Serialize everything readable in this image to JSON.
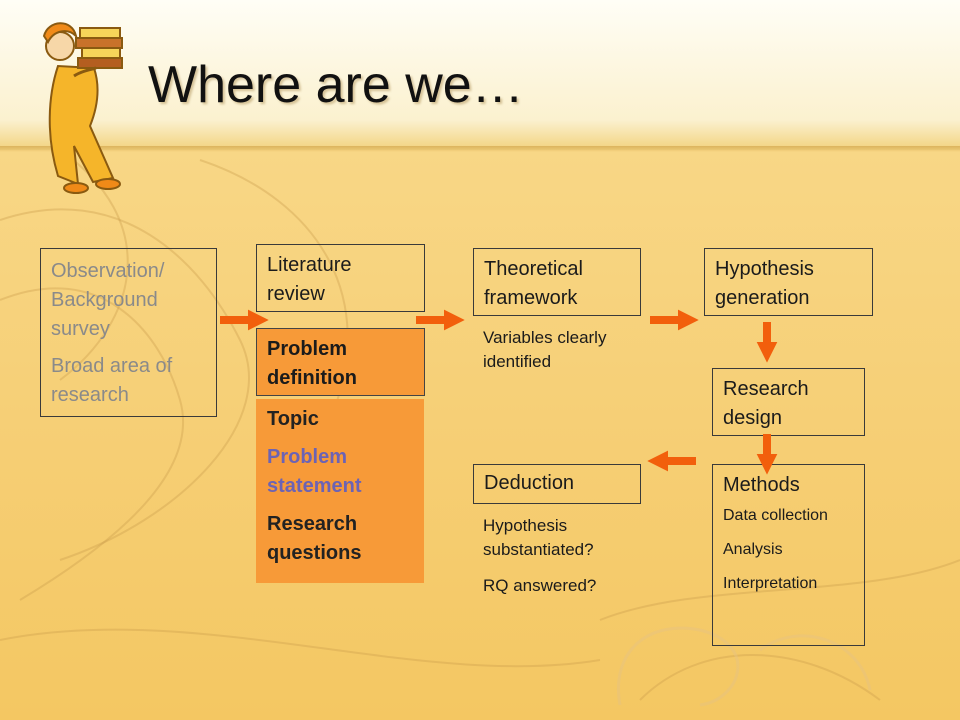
{
  "title": "Where are we…",
  "boxes": {
    "observation": {
      "line1": "Observation/ Background survey",
      "line2": "Broad area of research"
    },
    "literature": "Literature review",
    "problem_definition": "Problem definition",
    "topic_panel": {
      "topic": "Topic",
      "problem_statement": "Problem statement",
      "research_questions": "Research questions"
    },
    "theoretical": "Theoretical framework",
    "theoretical_note": "Variables clearly identified",
    "hypothesis_gen": "Hypothesis generation",
    "research_design": "Research design",
    "methods": "Methods",
    "methods_notes": [
      "Data collection",
      "Analysis",
      "Interpretation"
    ],
    "deduction": "Deduction",
    "deduction_notes": [
      "Hypothesis substantiated?",
      "RQ answered?"
    ]
  },
  "colors": {
    "arrow": "#f25f0c",
    "panel": "#f79a38",
    "accent_text": "#6c63b4"
  }
}
